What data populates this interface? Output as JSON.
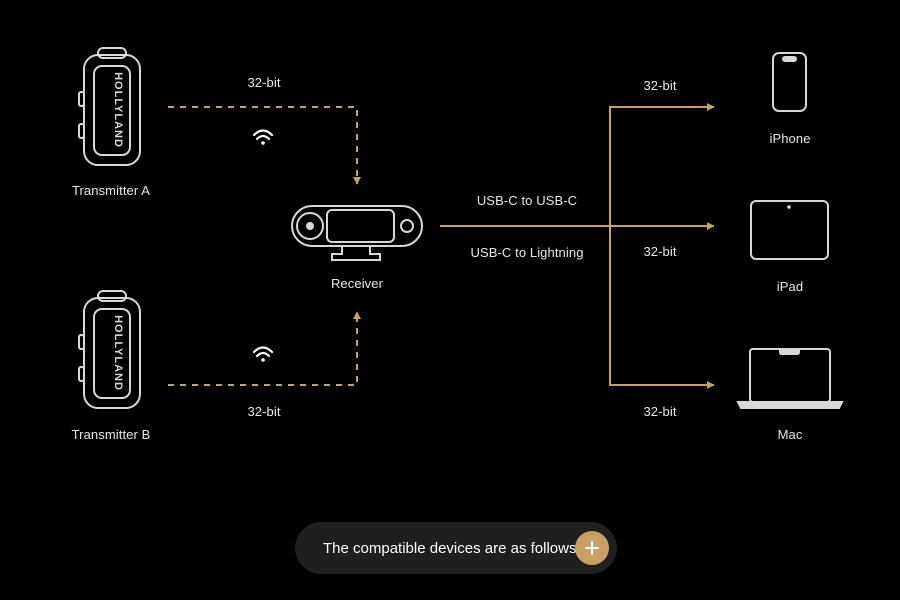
{
  "colors": {
    "background": "#000000",
    "accent": "#c9a166",
    "device_outline": "#d8d8d8",
    "label": "#e8e8e8",
    "cta_background": "#1f1f1f"
  },
  "devices": {
    "transmitter_a": {
      "label": "Transmitter A",
      "brand": "HOLLYLAND"
    },
    "transmitter_b": {
      "label": "Transmitter B",
      "brand": "HOLLYLAND"
    },
    "receiver": {
      "label": "Receiver"
    },
    "iphone": {
      "label": "iPhone"
    },
    "ipad": {
      "label": "iPad"
    },
    "mac": {
      "label": "Mac"
    }
  },
  "links": {
    "tx_a_bitdepth": "32-bit",
    "tx_b_bitdepth": "32-bit",
    "usb_c": "USB-C to USB-C",
    "lightning": "USB-C to Lightning",
    "iphone_bitdepth": "32-bit",
    "ipad_bitdepth": "32-bit",
    "mac_bitdepth": "32-bit"
  },
  "icons": {
    "wireless": "wifi-icon",
    "expand": "plus-icon"
  },
  "cta": {
    "text": "The compatible devices are as follows"
  }
}
